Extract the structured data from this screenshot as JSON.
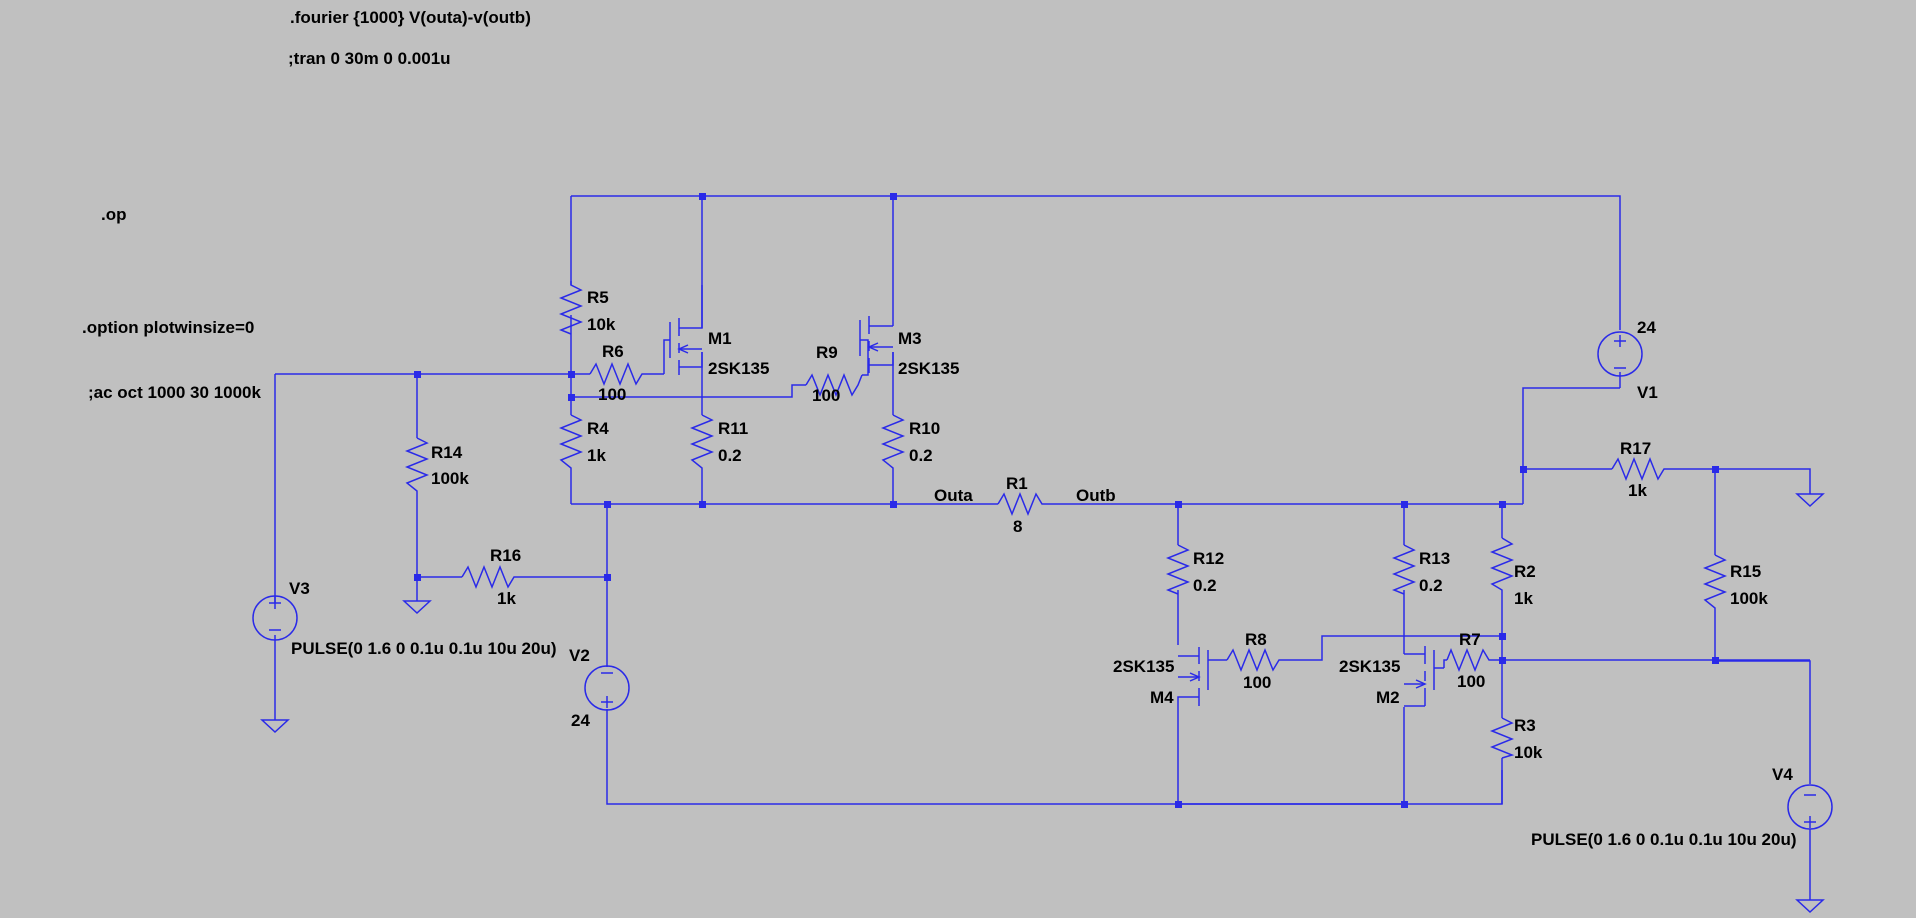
{
  "directives": {
    "fourier": ".fourier {1000} V(outa)-v(outb)",
    "tran": ";tran 0 30m 0 0.001u",
    "op": ".op",
    "option": ".option plotwinsize=0",
    "ac": ";ac oct 1000 30 1000k"
  },
  "resistors": {
    "R1": {
      "name": "R1",
      "value": "8"
    },
    "R2": {
      "name": "R2",
      "value": "1k"
    },
    "R3": {
      "name": "R3",
      "value": "10k"
    },
    "R4": {
      "name": "R4",
      "value": "1k"
    },
    "R5": {
      "name": "R5",
      "value": "10k"
    },
    "R6": {
      "name": "R6",
      "value": "100"
    },
    "R7": {
      "name": "R7",
      "value": "100"
    },
    "R8": {
      "name": "R8",
      "value": "100"
    },
    "R9": {
      "name": "R9",
      "value": "100"
    },
    "R10": {
      "name": "R10",
      "value": "0.2"
    },
    "R11": {
      "name": "R11",
      "value": "0.2"
    },
    "R12": {
      "name": "R12",
      "value": "0.2"
    },
    "R13": {
      "name": "R13",
      "value": "0.2"
    },
    "R14": {
      "name": "R14",
      "value": "100k"
    },
    "R15": {
      "name": "R15",
      "value": "100k"
    },
    "R16": {
      "name": "R16",
      "value": "1k"
    },
    "R17": {
      "name": "R17",
      "value": "1k"
    }
  },
  "mosfets": {
    "M1": {
      "name": "M1",
      "model": "2SK135"
    },
    "M2": {
      "name": "M2",
      "model": "2SK135"
    },
    "M3": {
      "name": "M3",
      "model": "2SK135"
    },
    "M4": {
      "name": "M4",
      "model": "2SK135"
    }
  },
  "sources": {
    "V1": {
      "name": "V1",
      "value": "24"
    },
    "V2": {
      "name": "V2",
      "value": "24"
    },
    "V3": {
      "name": "V3",
      "value": "PULSE(0 1.6 0 0.1u 0.1u 10u 20u)"
    },
    "V4": {
      "name": "V4",
      "value": "PULSE(0 1.6 0 0.1u 0.1u 10u 20u)"
    }
  },
  "nets": {
    "outa": "Outa",
    "outb": "Outb"
  },
  "colors": {
    "background": "#c0c0c0",
    "wire": "#2a2ae8",
    "text": "#000000"
  }
}
